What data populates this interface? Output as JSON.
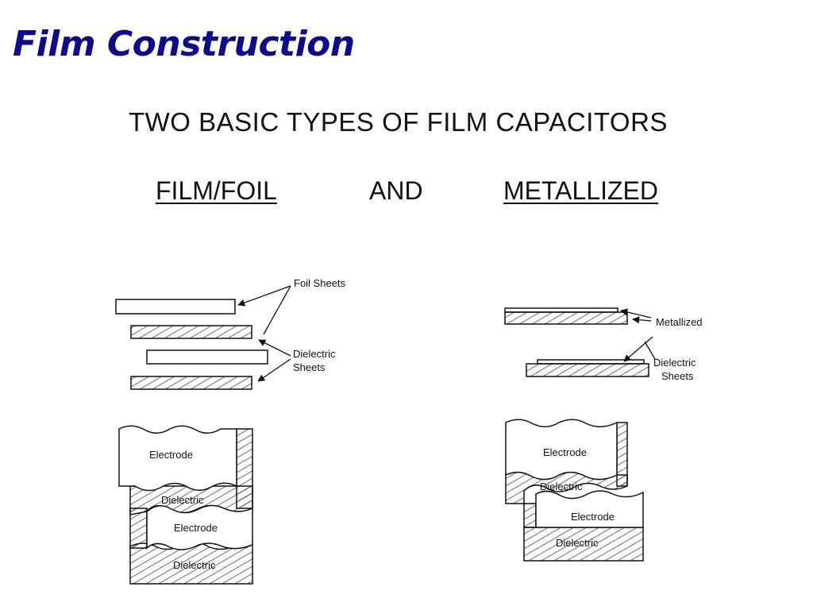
{
  "title": "Film Construction",
  "subtitle": "TWO BASIC TYPES OF FILM CAPACITORS",
  "types": {
    "film_foil": "FILM/FOIL",
    "and": "AND",
    "metallized": "METALLIZED"
  },
  "film_foil_diagram": {
    "foil_sheets_label": "Foil Sheets",
    "dielectric_sheets_label_line1": "Dielectric",
    "dielectric_sheets_label_line2": "Sheets",
    "electrode_upper": "Electrode",
    "dielectric_upper": "Dielectric",
    "electrode_lower": "Electrode",
    "dielectric_lower": "Dielectric"
  },
  "metallized_diagram": {
    "metallized_label": "Metallized",
    "dielectric_sheets_label_line1": "Dielectric",
    "dielectric_sheets_label_line2": "Sheets",
    "electrode_upper": "Electrode",
    "dielectric_upper": "Dielectric",
    "electrode_lower": "Electrode",
    "dielectric_lower": "Dielectric"
  }
}
